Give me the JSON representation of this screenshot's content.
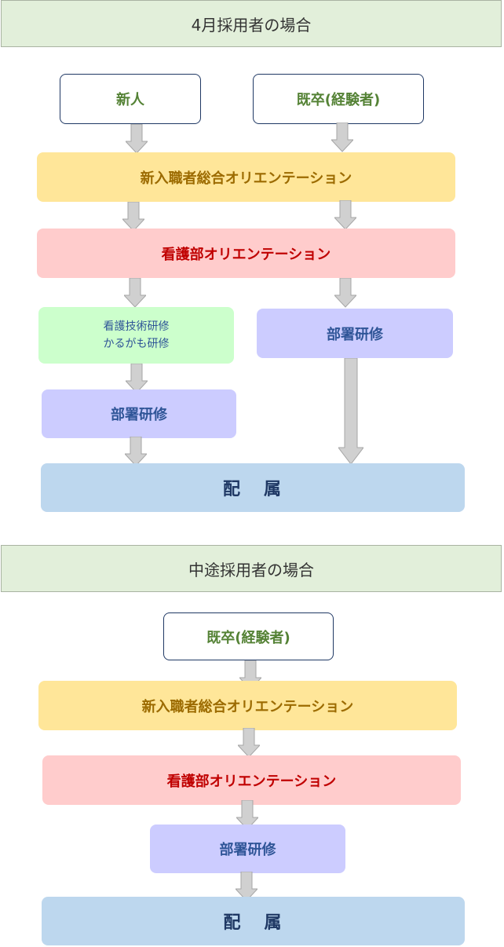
{
  "section_april": {
    "header": "4月採用者の場合",
    "new_grad": "新人",
    "experienced": "既卒(経験者)",
    "general_orientation": "新入職者総合オリエンテーション",
    "nursing_orientation": "看護部オリエンテーション",
    "skills_training_line1": "看護技術研修",
    "skills_training_line2": "かるがも研修",
    "dept_training_left": "部署研修",
    "dept_training_right": "部署研修",
    "assignment_part1": "配",
    "assignment_part2": "属"
  },
  "section_midcareer": {
    "header": "中途採用者の場合",
    "experienced": "既卒(経験者)",
    "general_orientation": "新入職者総合オリエンテーション",
    "nursing_orientation": "看護部オリエンテーション",
    "dept_training": "部署研修",
    "assignment_part1": "配",
    "assignment_part2": "属"
  },
  "colors": {
    "header_bg": "#e2efda",
    "yellow": "#ffe699",
    "pink": "#ffcccc",
    "green": "#ccffcc",
    "purple": "#ccccff",
    "blue": "#bdd7ee",
    "arrow": "#d0d0d0"
  }
}
